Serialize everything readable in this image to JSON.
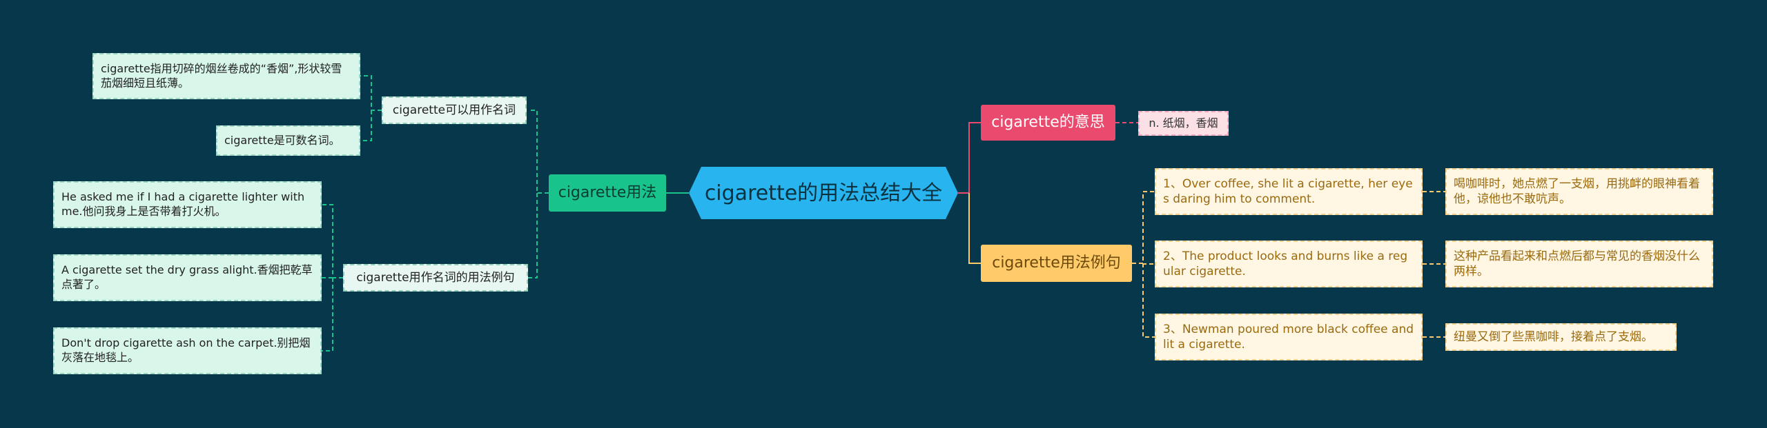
{
  "colors": {
    "background": "#07374a",
    "center": "#27b4ef",
    "usage_branch": "#18c38c",
    "meaning_branch": "#ea4a6d",
    "examples_branch": "#ffca69"
  },
  "center": {
    "label": "cigarette的用法总结大全"
  },
  "usage": {
    "label": "cigarette用法",
    "noun": {
      "label": "cigarette可以用作名词",
      "items": [
        "cigarette指用切碎的烟丝卷成的“香烟”,形状较雪茄烟细短且纸薄。",
        "cigarette是可数名词。"
      ]
    },
    "noun_examples": {
      "label": "cigarette用作名词的用法例句",
      "items": [
        "He asked me if I had a cigarette lighter with me.他问我身上是否带着打火机。",
        "A cigarette set the dry grass alight.香烟把乾草点著了。",
        "Don't drop cigarette ash on the carpet.别把烟灰落在地毯上。"
      ]
    }
  },
  "meaning": {
    "label": "cigarette的意思",
    "value": "n. 纸烟，香烟"
  },
  "examples": {
    "label": "cigarette用法例句",
    "items": [
      {
        "en": "1、Over coffee, she lit a cigarette, her eyes daring him to comment.",
        "zh": "喝咖啡时，她点燃了一支烟，用挑衅的眼神看着他，谅他也不敢吭声。"
      },
      {
        "en": "2、The product looks and burns like a regular cigarette.",
        "zh": "这种产品看起来和点燃后都与常见的香烟没什么两样。"
      },
      {
        "en": "3、Newman poured more black coffee and lit a cigarette.",
        "zh": "纽曼又倒了些黑咖啡，接着点了支烟。"
      }
    ]
  }
}
